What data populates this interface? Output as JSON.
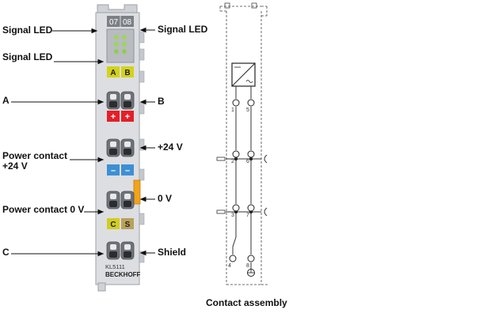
{
  "terminal": {
    "led_numbers": [
      "07",
      "08"
    ],
    "slots_row1": [
      "A",
      "B"
    ],
    "slots_row2": [
      "+",
      "+"
    ],
    "slots_row3": [
      "–",
      "–"
    ],
    "slots_row4": [
      "C",
      "S"
    ],
    "model": "KL5111",
    "brand": "BECKHOFF",
    "colors": {
      "slot_yellow": "#d4d218",
      "slot_red": "#e32028",
      "slot_blue": "#3d8fd4",
      "slot_orange": "#f0a31b",
      "led_green": "#9bd84a"
    }
  },
  "callouts": {
    "left": [
      {
        "text": "Signal LED"
      },
      {
        "text": "Signal LED"
      },
      {
        "text": "A"
      },
      {
        "lines": [
          "Power contact",
          "+24 V"
        ]
      },
      {
        "text": "Power contact 0 V"
      },
      {
        "text": "C"
      }
    ],
    "right": [
      {
        "text": "Signal LED"
      },
      {
        "text": "B"
      },
      {
        "text": "+24 V"
      },
      {
        "text": "0 V"
      },
      {
        "text": "Shield"
      }
    ]
  },
  "schematic": {
    "caption": "Contact assembly",
    "pin_numbers": [
      "1",
      "5",
      "2",
      "6",
      "3",
      "7",
      "4",
      "8"
    ]
  }
}
